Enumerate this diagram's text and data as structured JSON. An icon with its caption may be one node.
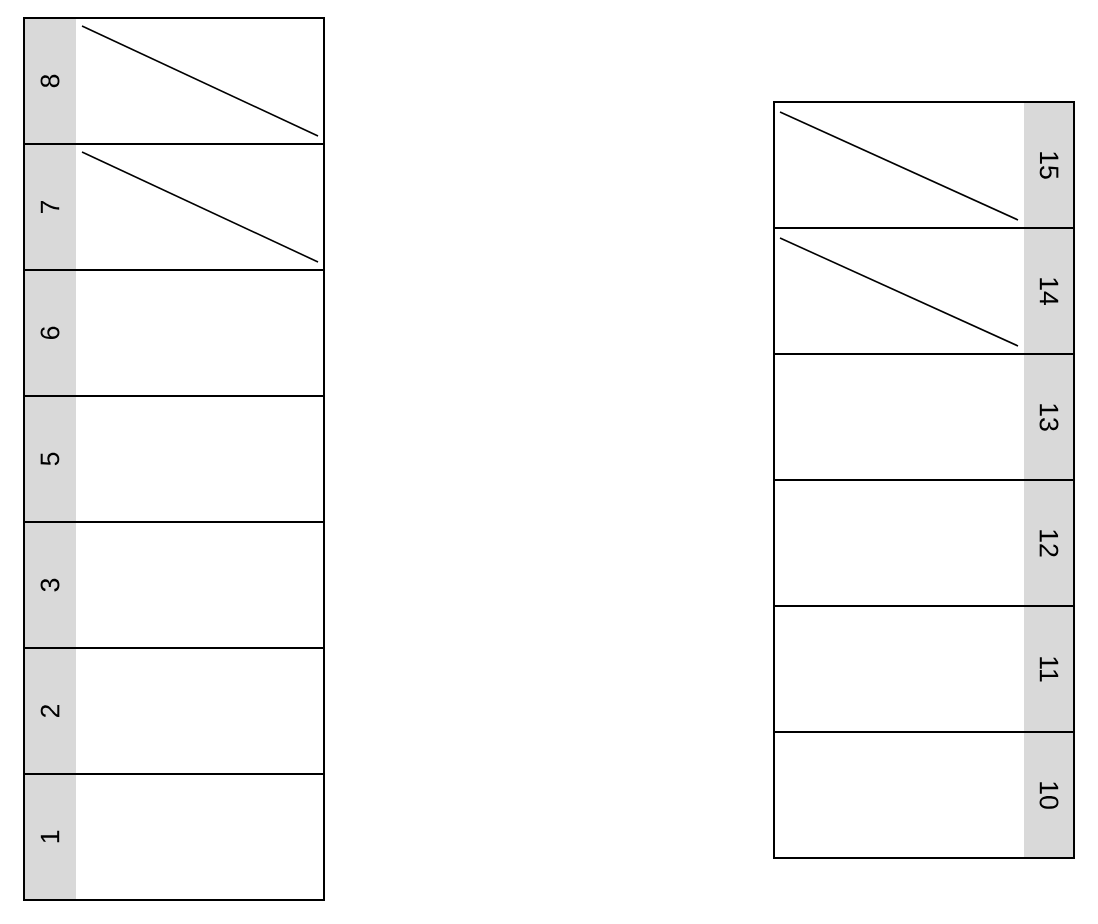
{
  "diagram": {
    "nodes": [
      {
        "text": [
          "8"
        ]
      },
      {
        "text": [
          "7"
        ]
      },
      {
        "text": [
          "6"
        ]
      },
      {
        "text": [
          "5"
        ]
      },
      {
        "text": [
          "3"
        ]
      },
      {
        "text": [
          "2"
        ]
      },
      {
        "text": [
          "1"
        ]
      },
      {
        "text": [
          "15"
        ]
      },
      {
        "text": [
          "14"
        ]
      },
      {
        "text": [
          "13"
        ]
      },
      {
        "text": [
          "12"
        ]
      },
      {
        "text": [
          "11"
        ]
      },
      {
        "text": [
          "10"
        ]
      }
    ]
  }
}
